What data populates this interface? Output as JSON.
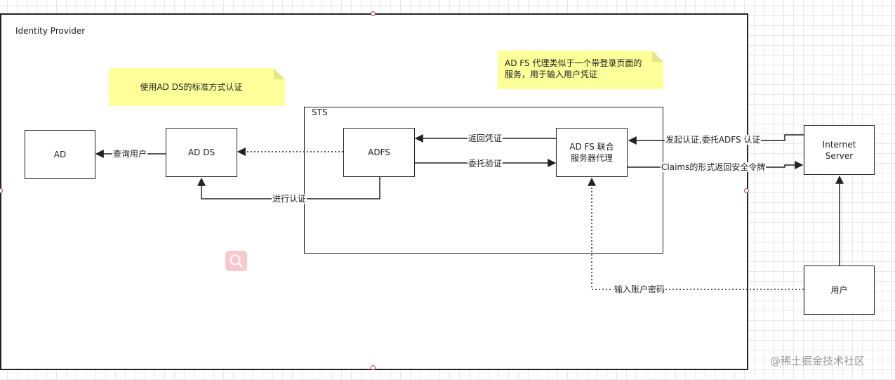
{
  "frame": {
    "title": "Identity Provider"
  },
  "notes": {
    "left": "使用AD DS的标准方式认证",
    "right_line1": "AD FS 代理类似于一个带登录页面的",
    "right_line2": "服务，用于输入用户凭证"
  },
  "sts_label": "STS",
  "nodes": {
    "ad": "AD",
    "adds": "AD DS",
    "adfs": "ADFS",
    "proxy_line1": "AD FS 联合",
    "proxy_line2": "服务器代理",
    "internet_line1": "Internet",
    "internet_line2": "Server",
    "user": "用户"
  },
  "edges": {
    "query_user": "查询用户",
    "authenticate": "进行认证",
    "return_credentials": "返回凭证",
    "delegate_verify": "委托验证",
    "initiate_auth": "发起认证,委托ADFS 认证",
    "claims_token": "Claims的形式返回安全令牌",
    "enter_password": "输入账户密码"
  },
  "icons": {
    "search": "search-icon"
  },
  "colors": {
    "note": "#ffff99",
    "search_bg": "#f7c8cd",
    "handle": "#b04060"
  },
  "watermark": "@稀土掘金技术社区"
}
